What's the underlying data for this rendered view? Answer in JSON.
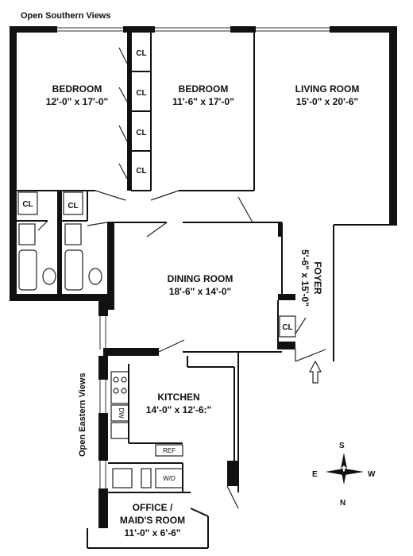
{
  "views": {
    "south": "Open Southern Views",
    "east": "Open Eastern Views"
  },
  "rooms": {
    "bedroom1": {
      "name": "BEDROOM",
      "dims": "12'-0\" x 17'-0\""
    },
    "bedroom2": {
      "name": "BEDROOM",
      "dims": "11'-6\" x 17'-0\""
    },
    "living": {
      "name": "LIVING ROOM",
      "dims": "15'-0\" x 20'-6\""
    },
    "dining": {
      "name": "DINING ROOM",
      "dims": "18'-6\" x 14'-0\""
    },
    "foyer": {
      "name": "FOYER",
      "dims": "5'-6\" x 15'-0\""
    },
    "kitchen": {
      "name": "KITCHEN",
      "dims": "14'-0\" x 12'-6:\""
    },
    "office": {
      "name_line1": "OFFICE /",
      "name_line2": "MAID'S ROOM",
      "dims": "11'-0\" x 6'-6\""
    }
  },
  "closet_label": "CL",
  "fixtures": {
    "dw": "DW",
    "ref": "REF",
    "wd": "W/D"
  },
  "compass": {
    "n": "N",
    "s": "S",
    "e": "E",
    "w": "W"
  }
}
